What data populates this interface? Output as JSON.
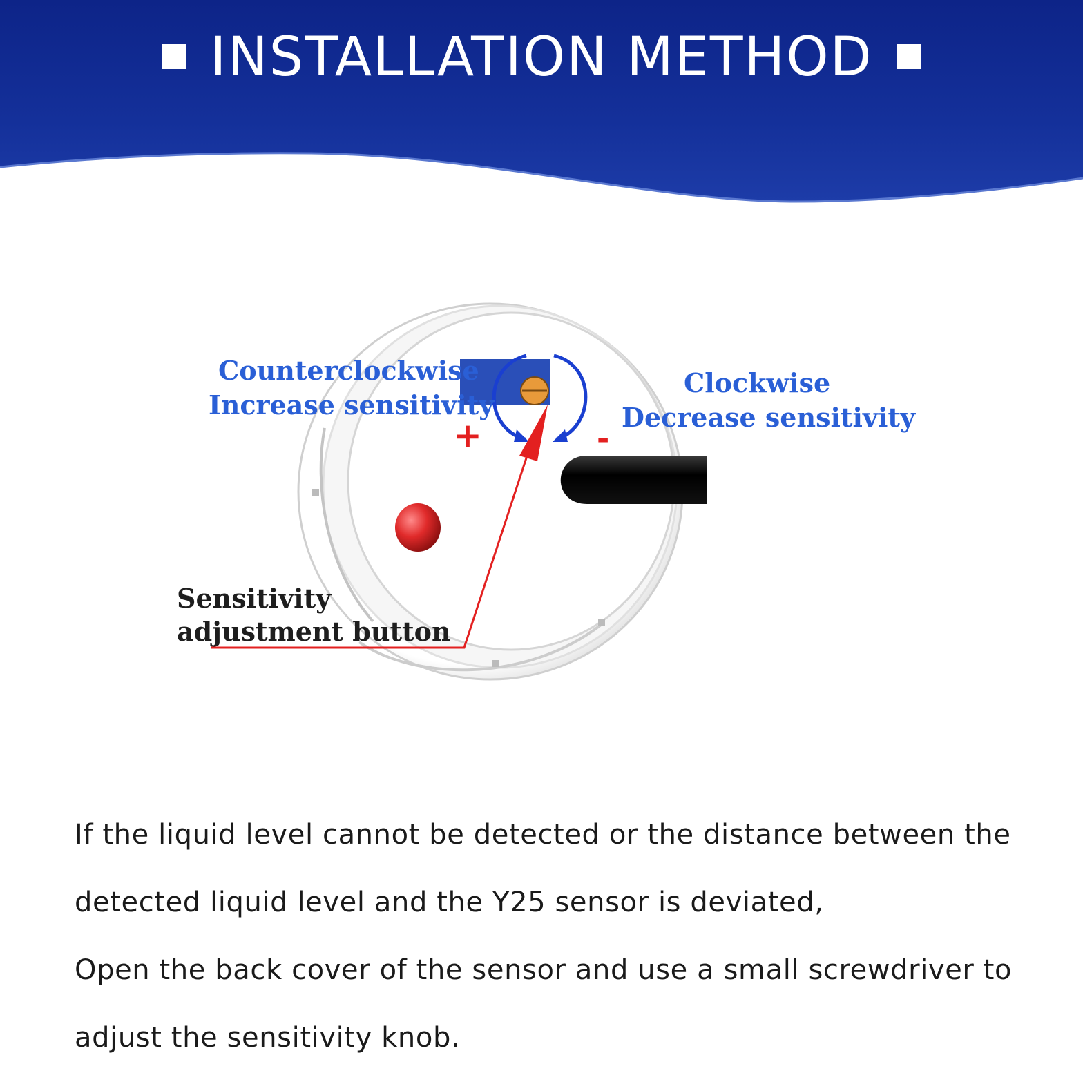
{
  "header": {
    "title": "INSTALLATION METHOD",
    "background": "#0f2a8f"
  },
  "diagram": {
    "counterclockwise": {
      "line1": "Counterclockwise",
      "line2": "Increase sensitivity"
    },
    "clockwise": {
      "line1": "Clockwise",
      "line2": "Decrease sensitivity"
    },
    "plus_sign": "+",
    "minus_sign": "-",
    "button_label": {
      "line1": "Sensitivity",
      "line2": "adjustment button"
    },
    "colors": {
      "label_blue": "#2a5fd6",
      "arrow_red": "#e32020",
      "pot_blue": "#2a4fb8"
    }
  },
  "instructions": {
    "lines": [
      "If the liquid level cannot be detected or the distance between the",
      "detected liquid level and the Y25 sensor is deviated,",
      "Open the back cover of the sensor and use a small screwdriver to",
      "adjust the sensitivity knob."
    ]
  }
}
